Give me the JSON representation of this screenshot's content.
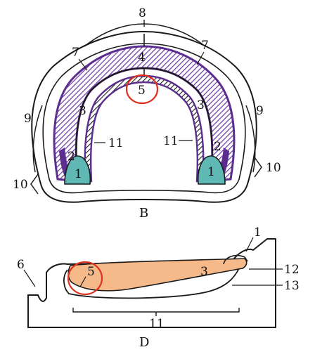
{
  "colors": {
    "outline": "#1a1a1a",
    "purple": "#5b2d8e",
    "hatch_purple": "#6a35a3",
    "teal": "#5fb8b4",
    "orange": "#f5b98a",
    "highlight_red": "#e0301e",
    "background": "#ffffff"
  },
  "figure_b": {
    "caption": "B",
    "labels": {
      "l8": "8",
      "l4": "4",
      "l5": "5",
      "l7_left": "7",
      "l7_right": "7",
      "l3_left": "3",
      "l3_right": "3",
      "l9_left": "9",
      "l9_right": "9",
      "l11_left": "11",
      "l11_right": "11",
      "l2_left": "2",
      "l2_right": "2",
      "l1_left": "1",
      "l1_right": "1",
      "l10_left": "10",
      "l10_right": "10"
    }
  },
  "figure_d": {
    "caption": "D",
    "labels": {
      "l6": "6",
      "l5": "5",
      "l3": "3",
      "l1": "1",
      "l12": "12",
      "l13": "13",
      "l11": "11"
    }
  }
}
